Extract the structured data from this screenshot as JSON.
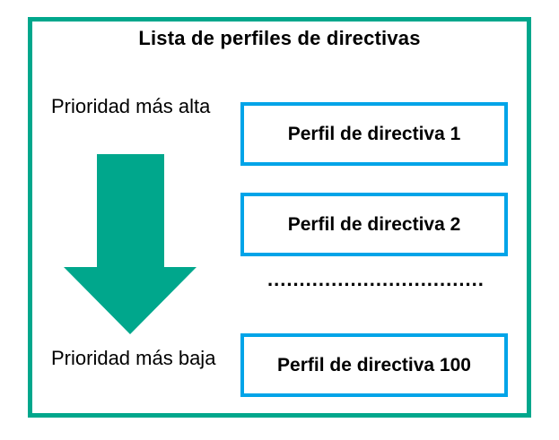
{
  "diagram": {
    "title": "Lista de perfiles de directivas",
    "priority_high_label": "Prioridad más alta",
    "priority_low_label": "Prioridad más baja",
    "profiles": [
      {
        "label": "Perfil de directiva 1"
      },
      {
        "label": "Perfil de directiva 2"
      },
      {
        "label": "Perfil de directiva 100"
      }
    ],
    "ellipsis_dots": "..................................",
    "arrow_direction": "down",
    "colors": {
      "frame_teal": "#00A78C",
      "arrow_teal": "#00A78C",
      "box_border_blue": "#00A4E8",
      "text": "#000000",
      "background": "#ffffff"
    }
  }
}
